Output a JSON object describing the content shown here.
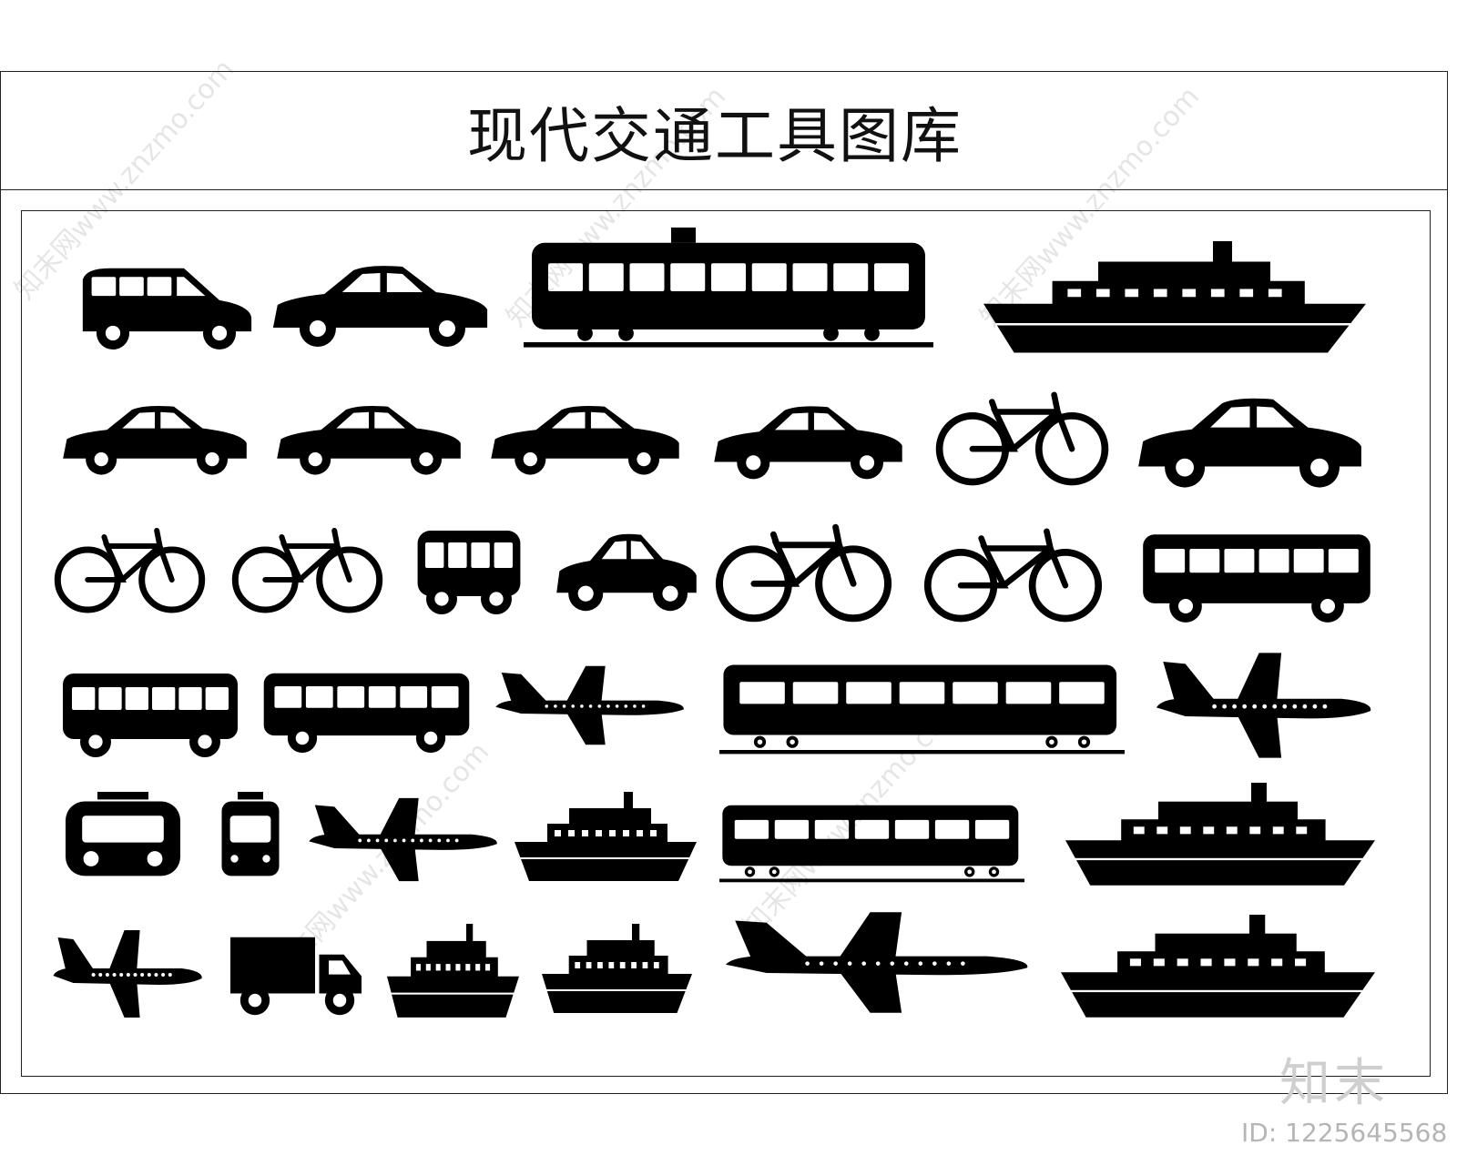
{
  "title": "现代交通工具图库",
  "watermark": {
    "logo": "知末",
    "id_label": "ID: 1225645568",
    "text": "知末网www.znzmo.com"
  },
  "colors": {
    "ink": "#000000",
    "paper": "#ffffff",
    "watermark": "#cfcfcf"
  },
  "icons": [
    [
      "van-icon",
      "sedan-icon",
      "tram-icon",
      "cruise-ship-icon"
    ],
    [
      "sedan-icon",
      "sedan-icon",
      "sedan-icon",
      "compact-car-icon",
      "bicycle-icon",
      "suv-icon"
    ],
    [
      "bicycle-icon",
      "bicycle-icon",
      "minibus-icon",
      "beetle-car-icon",
      "spoked-bicycle-icon",
      "spoked-bicycle-icon",
      "coach-bus-icon"
    ],
    [
      "bus-icon",
      "city-bus-icon",
      "airplane-icon",
      "metro-train-icon",
      "airplane-icon"
    ],
    [
      "tram-front-icon",
      "train-front-icon",
      "airplane-icon",
      "ship-icon",
      "high-speed-train-icon",
      "ferry-icon"
    ],
    [
      "airplane-icon",
      "truck-icon",
      "tugboat-icon",
      "ship-icon",
      "jet-airliner-icon",
      "cruise-ship-icon"
    ]
  ]
}
